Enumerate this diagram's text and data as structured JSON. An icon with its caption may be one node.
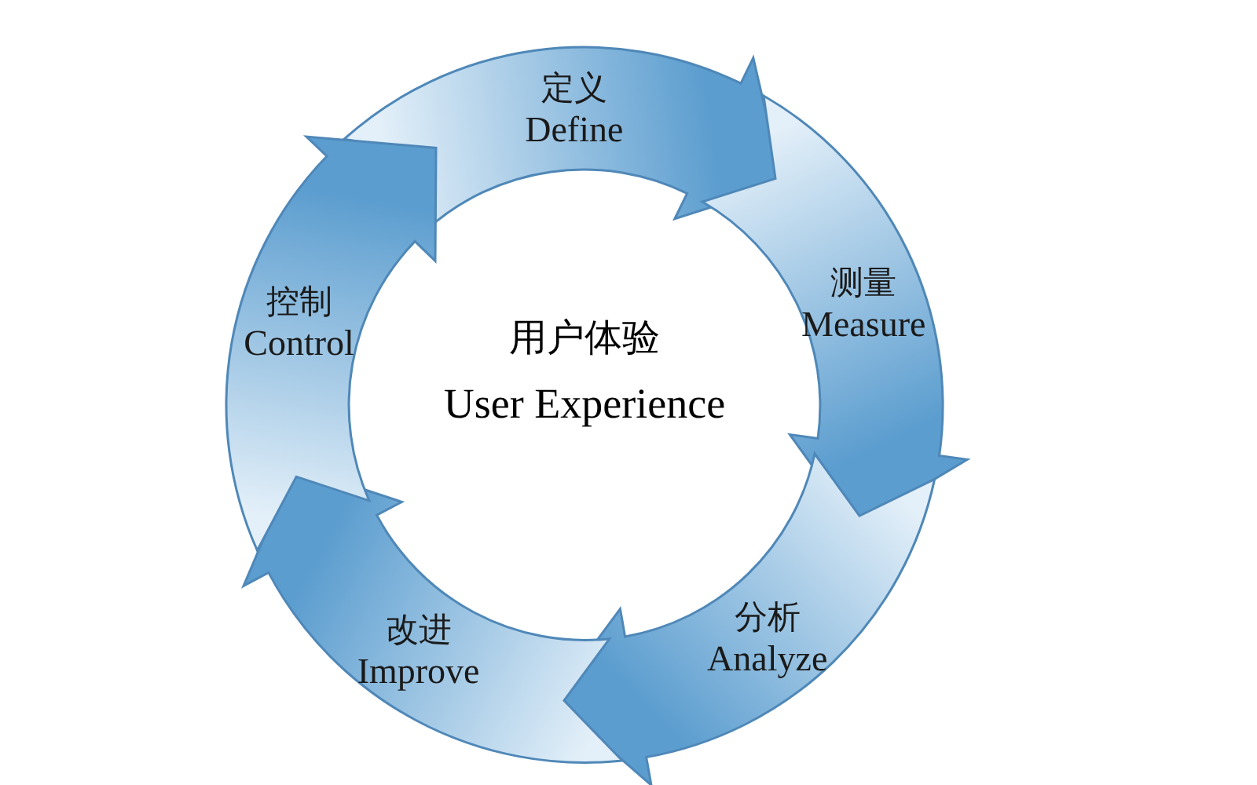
{
  "diagram": {
    "nodes": [
      {
        "text": [
          "定义",
          "Define"
        ]
      },
      {
        "text": [
          "测量",
          "Measure"
        ]
      },
      {
        "text": [
          "分析",
          "Analyze"
        ]
      },
      {
        "text": [
          "改进",
          "Improve"
        ]
      },
      {
        "text": [
          "控制",
          "Control"
        ]
      }
    ],
    "labels": [
      "用户体验",
      "User Experience"
    ]
  }
}
